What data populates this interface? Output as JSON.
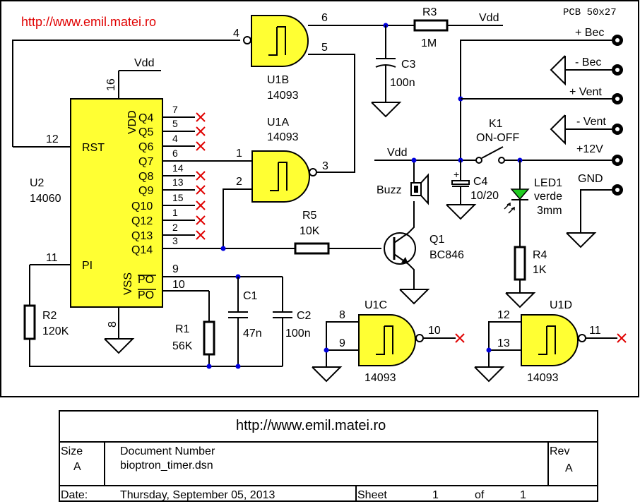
{
  "header": {
    "url": "http://www.emil.matei.ro",
    "pcb": "PCB 50x27"
  },
  "colors": {
    "ic_fill": "#ffff33",
    "wire": "#000000",
    "junction": "#0000dd",
    "nc_mark": "#e00000",
    "led": "#22cc22"
  },
  "u2": {
    "ref": "U2",
    "part": "14060",
    "pins": {
      "rst": "RST",
      "rst_num": "12",
      "vdd": "VDD",
      "vdd_num": "16",
      "vss": "VSS",
      "vss_num": "8",
      "pi": "PI",
      "pi_num": "11",
      "po": "PO",
      "po_num": "9",
      "pob": "PO",
      "pob_num": "10",
      "q4": "Q4",
      "q4_num": "7",
      "q5": "Q5",
      "q5_num": "5",
      "q6": "Q6",
      "q6_num": "4",
      "q7": "Q7",
      "q7_num": "6",
      "q8": "Q8",
      "q8_num": "14",
      "q9": "Q9",
      "q9_num": "13",
      "q10": "Q10",
      "q10_num": "15",
      "q12": "Q12",
      "q12_num": "1",
      "q13": "Q13",
      "q13_num": "2",
      "q14": "Q14",
      "q14_num": "3"
    }
  },
  "gates": {
    "u1a": {
      "ref": "U1A",
      "part": "14093",
      "in1": "1",
      "in2": "2",
      "out": "3"
    },
    "u1b": {
      "ref": "U1B",
      "part": "14093",
      "in1": "6",
      "in2": "5",
      "out": "4"
    },
    "u1c": {
      "ref": "U1C",
      "part": "14093",
      "in1": "8",
      "in2": "9",
      "out": "10"
    },
    "u1d": {
      "ref": "U1D",
      "part": "14093",
      "in1": "12",
      "in2": "13",
      "out": "11"
    }
  },
  "parts": {
    "r1": {
      "ref": "R1",
      "val": "56K"
    },
    "r2": {
      "ref": "R2",
      "val": "120K"
    },
    "r3": {
      "ref": "R3",
      "val": "1M"
    },
    "r4": {
      "ref": "R4",
      "val": "1K"
    },
    "r5": {
      "ref": "R5",
      "val": "10K"
    },
    "c1": {
      "ref": "C1",
      "val": "47n"
    },
    "c2": {
      "ref": "C2",
      "val": "100n"
    },
    "c3": {
      "ref": "C3",
      "val": "100n"
    },
    "c4": {
      "ref": "C4",
      "val": "10/20"
    },
    "q1": {
      "ref": "Q1",
      "val": "BC846"
    },
    "k1": {
      "ref": "K1",
      "val": "ON-OFF"
    },
    "led1": {
      "ref": "LED1",
      "color": "verde",
      "size": "3mm"
    },
    "buzz": {
      "ref": "Buzz"
    }
  },
  "nets": {
    "vdd": "Vdd"
  },
  "connectors": {
    "bec_plus": "+ Bec",
    "bec_minus": "- Bec",
    "vent_plus": "+ Vent",
    "vent_minus": "- Vent",
    "v12": "+12V",
    "gnd": "GND"
  },
  "title_block": {
    "url": "http://www.emil.matei.ro",
    "size_label": "Size",
    "size": "A",
    "doc_label": "Document Number",
    "doc": "bioptron_timer.dsn",
    "rev_label": "Rev",
    "rev": "A",
    "date_label": "Date:",
    "date": "Thursday, September 05, 2013",
    "sheet_label": "Sheet",
    "sheet": "1",
    "of_label": "of",
    "sheet_total": "1"
  }
}
